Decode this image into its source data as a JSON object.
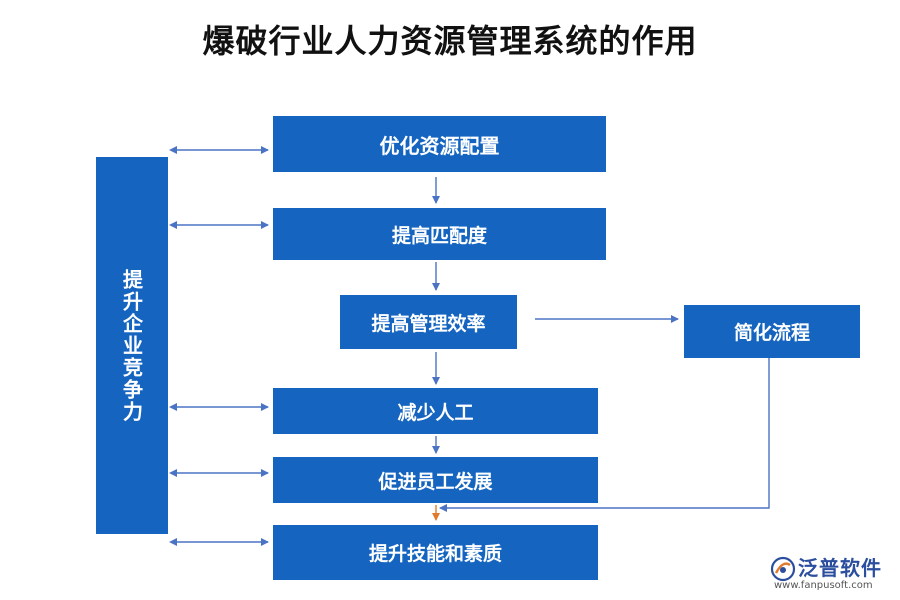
{
  "title": "爆破行业人力资源管理系统的作用",
  "side_label": "提升企业竞争力",
  "steps": [
    "优化资源配置",
    "提高匹配度",
    "提高管理效率",
    "减少人工",
    "促进员工发展",
    "提升技能和素质"
  ],
  "branch": "简化流程",
  "watermark": {
    "brand": "泛普软件",
    "url": "www.fanpusoft.com"
  },
  "colors": {
    "box": "#1565c0",
    "connector": "#4a73c4",
    "highlight_arrow": "#e07a2c"
  }
}
